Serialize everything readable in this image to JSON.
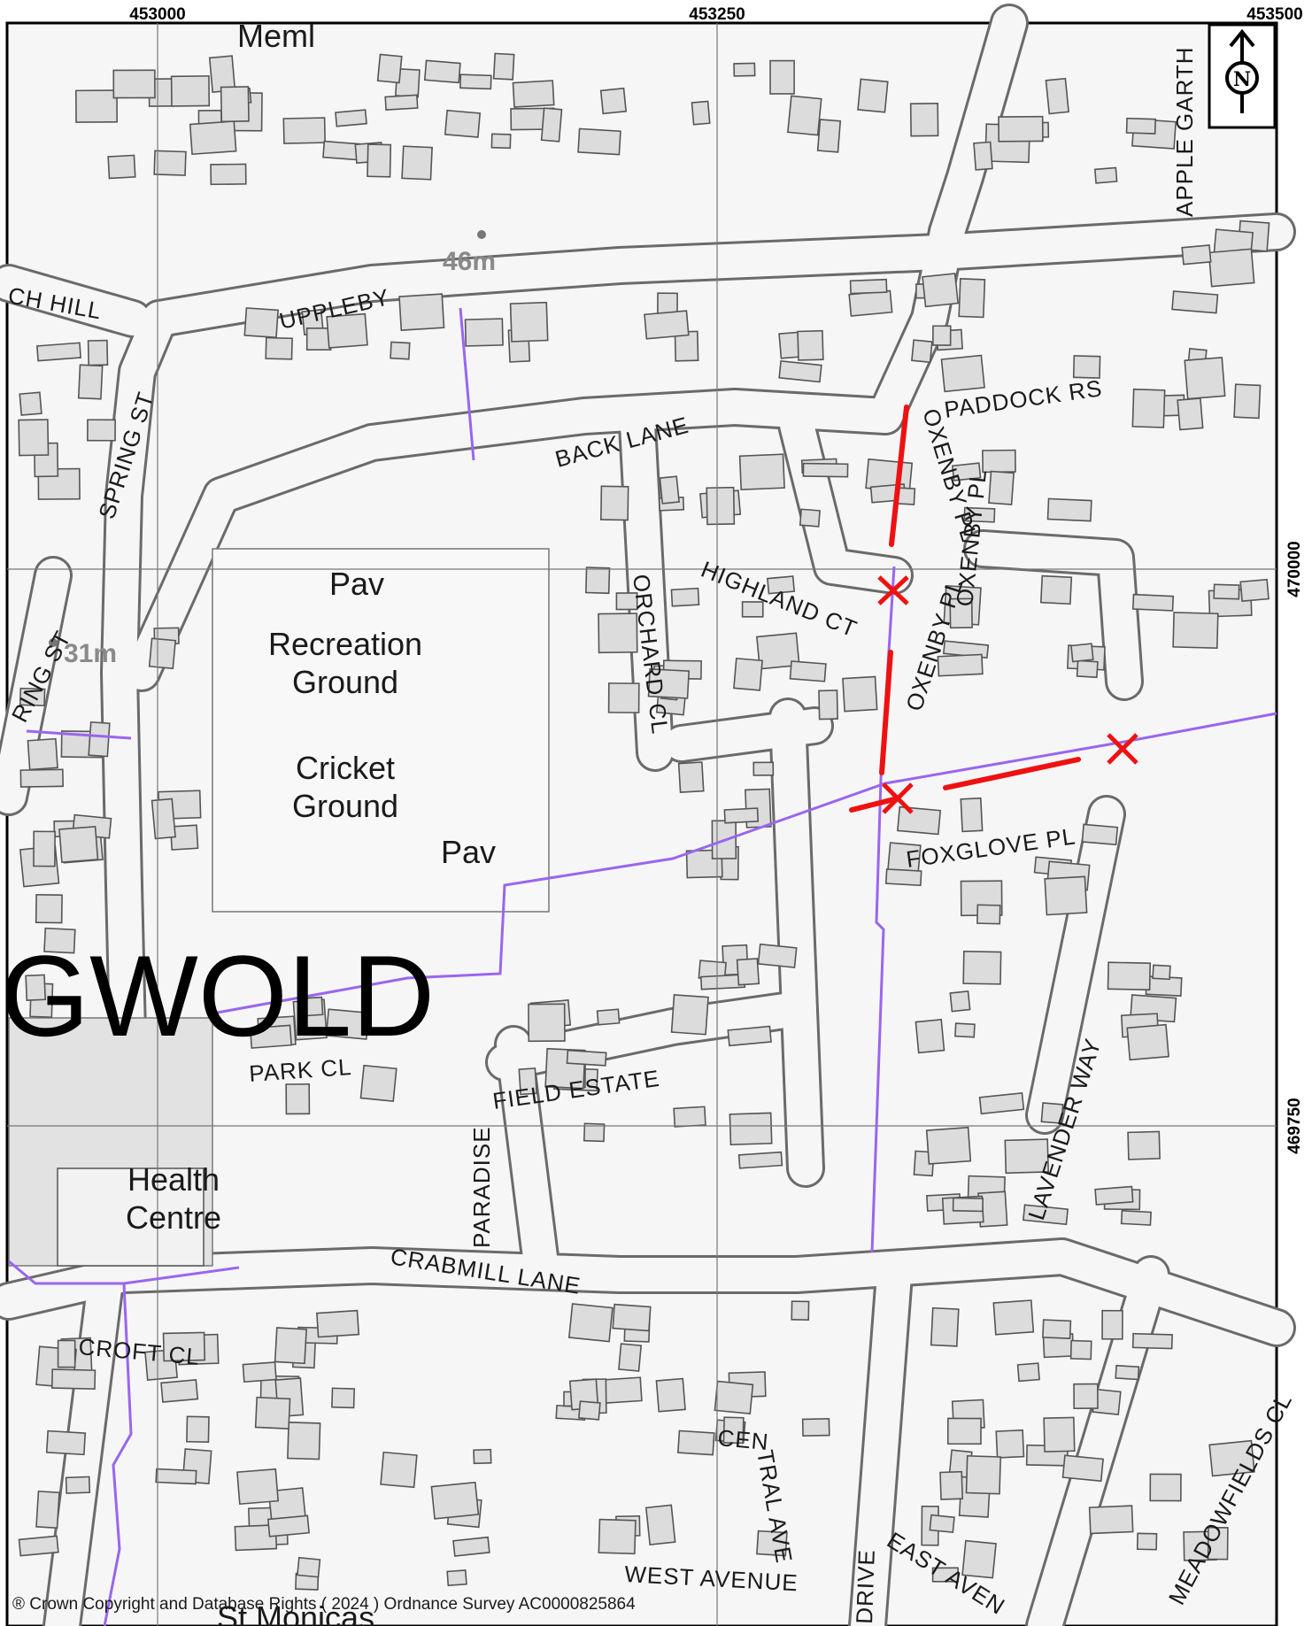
{
  "grid": {
    "eastings": [
      "453000",
      "453250",
      "453500"
    ],
    "northings": [
      "470000",
      "469750"
    ]
  },
  "north_arrow": {
    "letter": "N"
  },
  "spot_heights": {
    "upper": "46m",
    "lower": "31m"
  },
  "settlement_fragment": "GWOLD",
  "places": {
    "meml": "Meml",
    "pav_top": "Pav",
    "recreation_1": "Recreation",
    "recreation_2": "Ground",
    "cricket_1": "Cricket",
    "cricket_2": "Ground",
    "pav_bottom": "Pav",
    "health_1": "Health",
    "health_2": "Centre",
    "st_monicas": "St Monicas"
  },
  "streets": {
    "ch_hill": "CH HILL",
    "uppleby": "UPPLEBY",
    "apple_garth": "APPLE GARTH",
    "spring_st": "SPRING ST",
    "ring_st": "RING ST",
    "back_lane": "BACK LANE",
    "paddock_rs": "PADDOCK RS",
    "oxenby_pl_north": "OXENBY PL",
    "highland_ct": "HIGHLAND CT",
    "orchard_cl": "ORCHARD CL",
    "oxenby_pl_mid": "OXENBY PL",
    "oxenby_pl_east": "OXENBY PL",
    "foxglove_pl": "FOXGLOVE PL",
    "park_cl": "PARK CL",
    "paradise": "PARADISE",
    "field_estate": "FIELD ESTATE",
    "lavender_way": "LAVENDER WAY",
    "crabmill_lane": "CRABMILL LANE",
    "croft_cl": "CROFT CL",
    "central_ave_1": "CEN",
    "central_ave_2": "TRAL AVE",
    "west_avenue": "WEST AVENUE",
    "drive": "DRIVE",
    "east_avenue": "EAST AVEN",
    "meadowfields": "MEADOWFIELDS CL"
  },
  "copyright": "® Crown Copyright and Database Rights ( 2024 ) Ordnance Survey AC0000825864",
  "colors": {
    "highlight_route": "#ee1111",
    "purple_line": "#9966ee",
    "building_fill": "#dcdcdc",
    "outline": "#555555"
  }
}
